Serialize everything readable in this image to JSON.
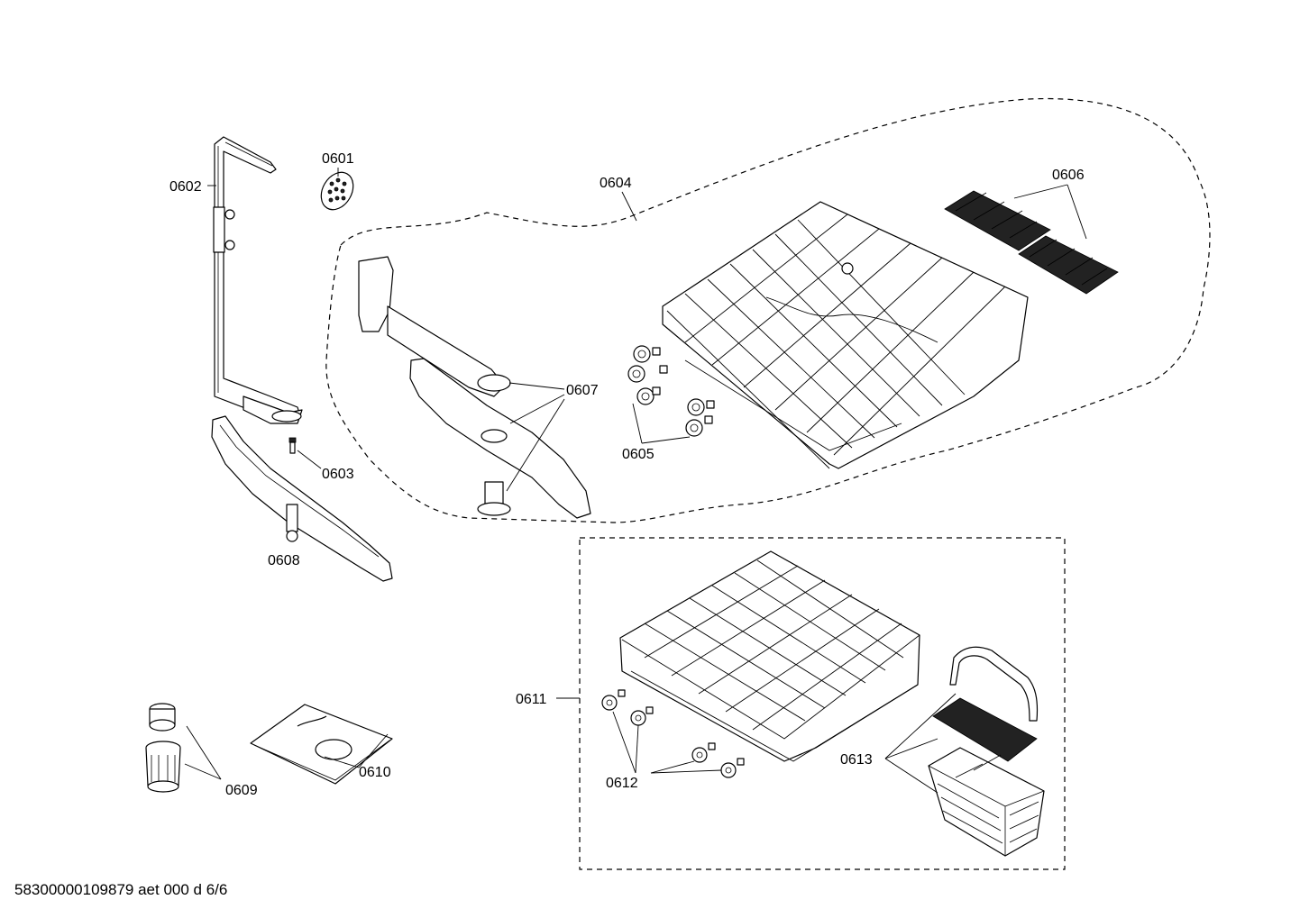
{
  "callouts": {
    "c0601": "0601",
    "c0602": "0602",
    "c0603": "0603",
    "c0604": "0604",
    "c0605": "0605",
    "c0606": "0606",
    "c0607": "0607",
    "c0608": "0608",
    "c0609": "0609",
    "c0610": "0610",
    "c0611": "0611",
    "c0612": "0612",
    "c0613": "0613"
  },
  "footer": {
    "document_code": "58300000109879 aet 000 d 6/6"
  }
}
